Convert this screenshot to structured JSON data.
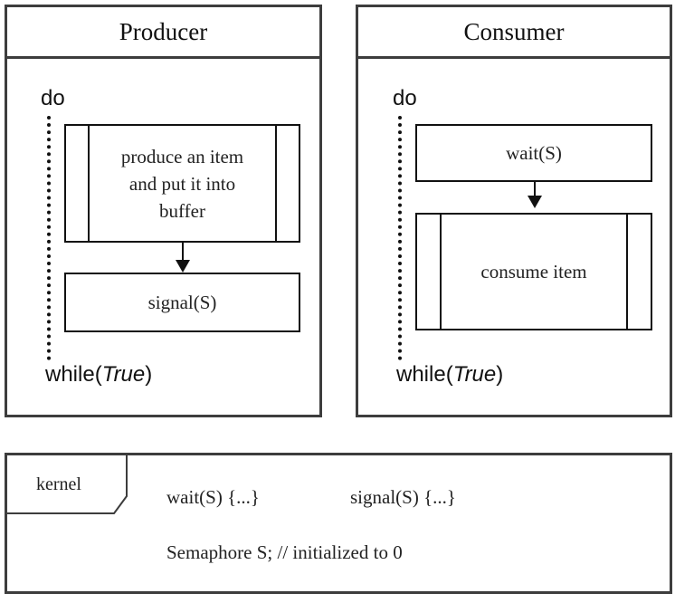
{
  "producer": {
    "title": "Producer",
    "do_label": "do",
    "while_prefix": "while(",
    "while_condition": "True",
    "while_suffix": ")",
    "step1_lines": [
      "produce an item",
      "and put it into",
      "buffer"
    ],
    "step2": "signal(S)"
  },
  "consumer": {
    "title": "Consumer",
    "do_label": "do",
    "while_prefix": "while(",
    "while_condition": "True",
    "while_suffix": ")",
    "step1": "wait(S)",
    "step2": "consume item"
  },
  "kernel": {
    "tab_label": "kernel",
    "wait_text": "wait(S) {...}",
    "signal_text": "signal(S) {...}",
    "semaphore_text": "Semaphore S; // initialized to 0"
  }
}
